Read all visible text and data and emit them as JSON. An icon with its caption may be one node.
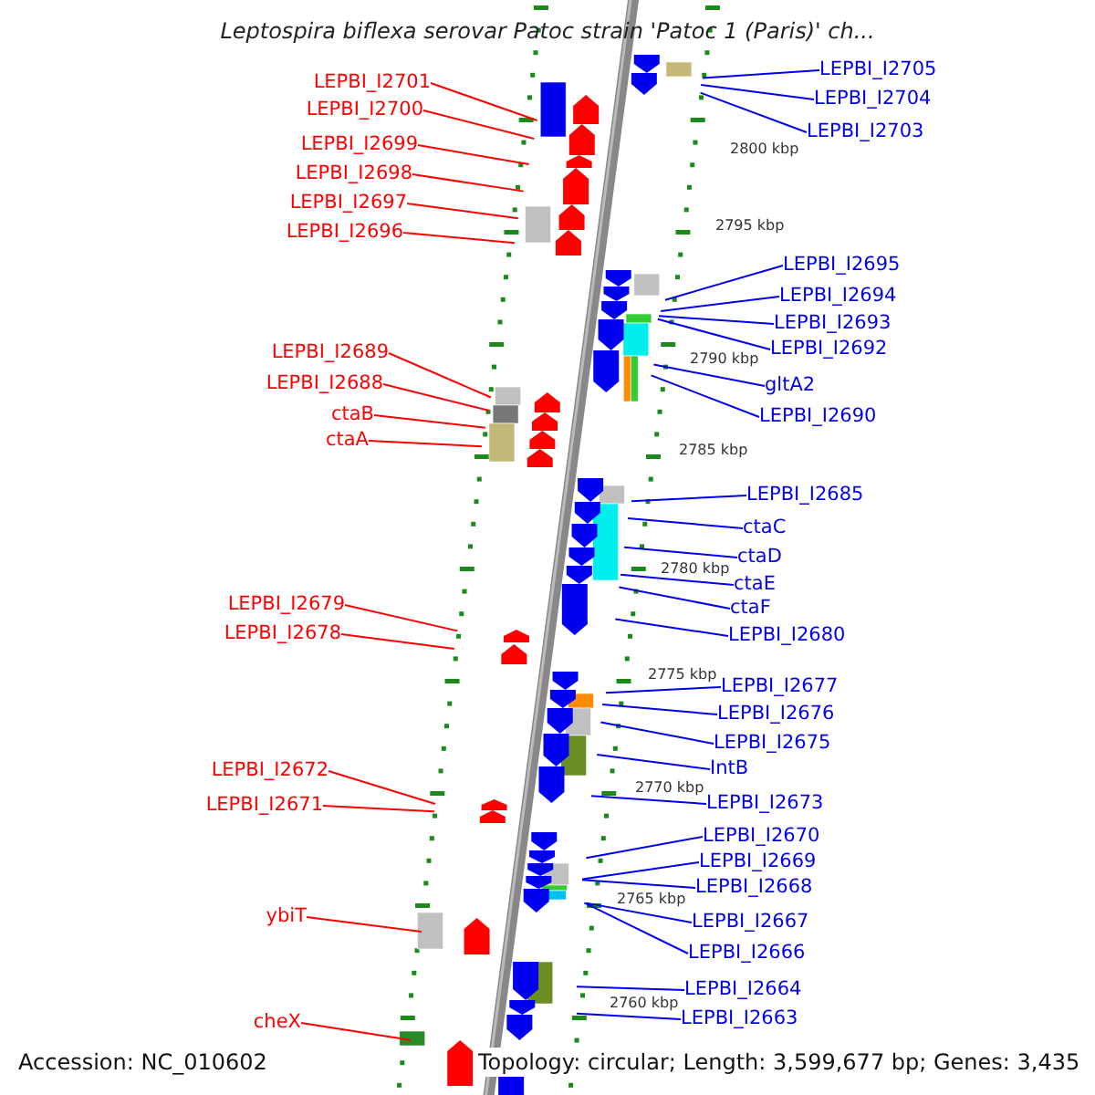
{
  "diagram": {
    "title": "Leptospira biflexa serovar Patoc strain 'Patoc 1 (Paris)' ch...",
    "nodes": [
      {
        "text": [
          "LEPBI_I2701"
        ]
      },
      {
        "text": [
          "LEPBI_I2700"
        ]
      },
      {
        "text": [
          "LEPBI_I2699"
        ]
      },
      {
        "text": [
          "LEPBI_I2698"
        ]
      },
      {
        "text": [
          "LEPBI_I2697"
        ]
      },
      {
        "text": [
          "LEPBI_I2696"
        ]
      },
      {
        "text": [
          "LEPBI_I2689"
        ]
      },
      {
        "text": [
          "LEPBI_I2688"
        ]
      },
      {
        "text": [
          "ctaB"
        ]
      },
      {
        "text": [
          "ctaA"
        ]
      },
      {
        "text": [
          "LEPBI_I2679"
        ]
      },
      {
        "text": [
          "LEPBI_I2678"
        ]
      },
      {
        "text": [
          "LEPBI_I2672"
        ]
      },
      {
        "text": [
          "LEPBI_I2671"
        ]
      },
      {
        "text": [
          "ybiT"
        ]
      },
      {
        "text": [
          "cheX"
        ]
      },
      {
        "text": [
          "LEPBI_I2705"
        ]
      },
      {
        "text": [
          "LEPBI_I2704"
        ]
      },
      {
        "text": [
          "LEPBI_I2703"
        ]
      },
      {
        "text": [
          "LEPBI_I2695"
        ]
      },
      {
        "text": [
          "LEPBI_I2694"
        ]
      },
      {
        "text": [
          "LEPBI_I2693"
        ]
      },
      {
        "text": [
          "LEPBI_I2692"
        ]
      },
      {
        "text": [
          "gltA2"
        ]
      },
      {
        "text": [
          "LEPBI_I2690"
        ]
      },
      {
        "text": [
          "LEPBI_I2685"
        ]
      },
      {
        "text": [
          "ctaC"
        ]
      },
      {
        "text": [
          "ctaD"
        ]
      },
      {
        "text": [
          "ctaE"
        ]
      },
      {
        "text": [
          "ctaF"
        ]
      },
      {
        "text": [
          "LEPBI_I2680"
        ]
      },
      {
        "text": [
          "LEPBI_I2677"
        ]
      },
      {
        "text": [
          "LEPBI_I2676"
        ]
      },
      {
        "text": [
          "LEPBI_I2675"
        ]
      },
      {
        "text": [
          "IntB"
        ]
      },
      {
        "text": [
          "LEPBI_I2673"
        ]
      },
      {
        "text": [
          "LEPBI_I2670"
        ]
      },
      {
        "text": [
          "LEPBI_I2669"
        ]
      },
      {
        "text": [
          "LEPBI_I2668"
        ]
      },
      {
        "text": [
          "LEPBI_I2667"
        ]
      },
      {
        "text": [
          "LEPBI_I2666"
        ]
      },
      {
        "text": [
          "LEPBI_I2664"
        ]
      },
      {
        "text": [
          "LEPBI_I2663"
        ]
      }
    ],
    "edges": [
      {
        "from": 0,
        "to": null,
        "arrow": "none",
        "color": "#ff0000"
      },
      {
        "from": 1,
        "to": null,
        "arrow": "none",
        "color": "#ff0000"
      },
      {
        "from": 2,
        "to": null,
        "arrow": "none",
        "color": "#ff0000"
      },
      {
        "from": 3,
        "to": null,
        "arrow": "none",
        "color": "#ff0000"
      },
      {
        "from": 4,
        "to": null,
        "arrow": "none",
        "color": "#ff0000"
      },
      {
        "from": 5,
        "to": null,
        "arrow": "none",
        "color": "#ff0000"
      },
      {
        "from": 6,
        "to": null,
        "arrow": "none",
        "color": "#ff0000"
      },
      {
        "from": 7,
        "to": null,
        "arrow": "none",
        "color": "#ff0000"
      },
      {
        "from": 8,
        "to": null,
        "arrow": "none",
        "color": "#ff0000"
      },
      {
        "from": 9,
        "to": null,
        "arrow": "none",
        "color": "#ff0000"
      },
      {
        "from": 10,
        "to": null,
        "arrow": "none",
        "color": "#ff0000"
      },
      {
        "from": 11,
        "to": null,
        "arrow": "none",
        "color": "#ff0000"
      },
      {
        "from": 12,
        "to": null,
        "arrow": "none",
        "color": "#ff0000"
      },
      {
        "from": 13,
        "to": null,
        "arrow": "none",
        "color": "#ff0000"
      },
      {
        "from": 14,
        "to": null,
        "arrow": "none",
        "color": "#ff0000"
      },
      {
        "from": 15,
        "to": null,
        "arrow": "none",
        "color": "#ff0000"
      },
      {
        "from": 16,
        "to": null,
        "arrow": "none"
      },
      {
        "from": 17,
        "to": null,
        "arrow": "none"
      },
      {
        "from": 18,
        "to": null,
        "arrow": "none"
      },
      {
        "from": 19,
        "to": null,
        "arrow": "none"
      },
      {
        "from": 20,
        "to": null,
        "arrow": "none"
      },
      {
        "from": 21,
        "to": null,
        "arrow": "none"
      },
      {
        "from": 22,
        "to": null,
        "arrow": "none"
      },
      {
        "from": 23,
        "to": null,
        "arrow": "none"
      },
      {
        "from": 24,
        "to": null,
        "arrow": "none"
      },
      {
        "from": 25,
        "to": null,
        "arrow": "none"
      },
      {
        "from": 26,
        "to": null,
        "arrow": "none"
      },
      {
        "from": 27,
        "to": null,
        "arrow": "none"
      },
      {
        "from": 28,
        "to": null,
        "arrow": "none"
      },
      {
        "from": 29,
        "to": null,
        "arrow": "none"
      },
      {
        "from": 30,
        "to": null,
        "arrow": "none"
      },
      {
        "from": 31,
        "to": null,
        "arrow": "none"
      },
      {
        "from": 32,
        "to": null,
        "arrow": "none"
      },
      {
        "from": 33,
        "to": null,
        "arrow": "none"
      },
      {
        "from": 34,
        "to": null,
        "arrow": "none"
      },
      {
        "from": 35,
        "to": null,
        "arrow": "none"
      },
      {
        "from": 36,
        "to": null,
        "arrow": "none"
      },
      {
        "from": 37,
        "to": null,
        "arrow": "none"
      },
      {
        "from": 38,
        "to": null,
        "arrow": "none"
      },
      {
        "from": 39,
        "to": null,
        "arrow": "none"
      },
      {
        "from": 40,
        "to": null,
        "arrow": "none"
      },
      {
        "from": 41,
        "to": null,
        "arrow": "none"
      },
      {
        "from": 42,
        "to": null,
        "arrow": "none"
      }
    ],
    "labels": [
      "2800 kbp",
      "2795 kbp",
      "2790 kbp",
      "2785 kbp",
      "2780 kbp",
      "2775 kbp",
      "2770 kbp",
      "2765 kbp",
      "2760 kbp",
      "Accession: NC_010602",
      "Topology: circular; Length: 3,599,677 bp; Genes: 3,435"
    ]
  }
}
